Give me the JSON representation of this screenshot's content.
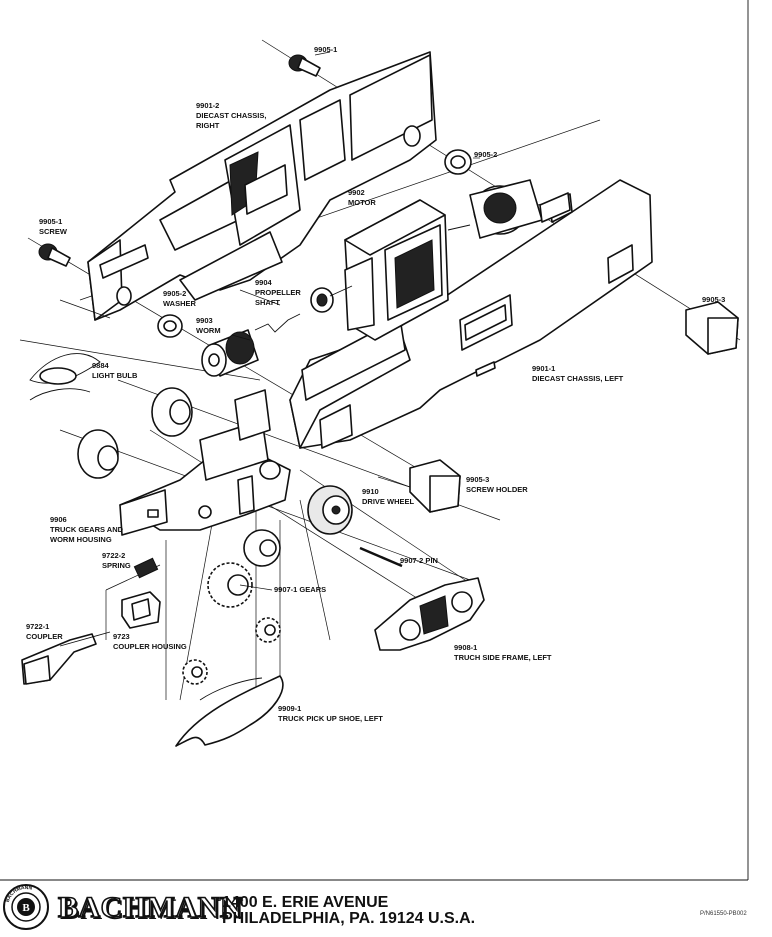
{
  "labels": {
    "screw_top": "9905-1",
    "chassis_right_num": "9901-2",
    "chassis_right_l1": "DIECAST CHASSIS,",
    "chassis_right_l2": "RIGHT",
    "washer_top": "9905-2",
    "motor_num": "9902",
    "motor_name": "MOTOR",
    "screw_left_num": "9905-1",
    "screw_left_name": "SCREW",
    "shaft_num": "9904",
    "shaft_l1": "PROPELLER",
    "shaft_l2": "SHAFT",
    "washer_left_num": "9905-2",
    "washer_left_name": "WASHER",
    "screw_holder_right": "9905-3",
    "worm_num": "9903",
    "worm_name": "WORM",
    "bulb_num": "9884",
    "bulb_name": "LIGHT BULB",
    "chassis_left_num": "9901-1",
    "chassis_left_name": "DIECAST CHASSIS, LEFT",
    "screw_holder_num": "9905-3",
    "screw_holder_name": "SCREW HOLDER",
    "drive_wheel_num": "9910",
    "drive_wheel_name": "DRIVE WHEEL",
    "housing_num": "9906",
    "housing_l1": "TRUCK GEARS AND",
    "housing_l2": "WORM HOUSING",
    "pin": "9907-2 PIN",
    "spring_num": "9722-2",
    "spring_name": "SPRING",
    "gears": "9907-1 GEARS",
    "coupler_num": "9722-1",
    "coupler_name": "COUPLER",
    "coupler_housing_num": "9723",
    "coupler_housing_name": "COUPLER HOUSING",
    "side_frame_num": "9908-1",
    "side_frame_name": "TRUCH SIDE FRAME, LEFT",
    "pickup_num": "9909-1",
    "pickup_name": "TRUCK PICK UP SHOE, LEFT"
  },
  "footer": {
    "brand": "BACHMANN",
    "seal_text": "BACHMANN",
    "address_line1": "1400 E. ERIE AVENUE",
    "address_line2": "PHILADELPHIA, PA. 19124 U.S.A.",
    "doc_number": "P/N61550-PB002"
  },
  "colors": {
    "ink": "#111111",
    "paper": "#ffffff"
  }
}
